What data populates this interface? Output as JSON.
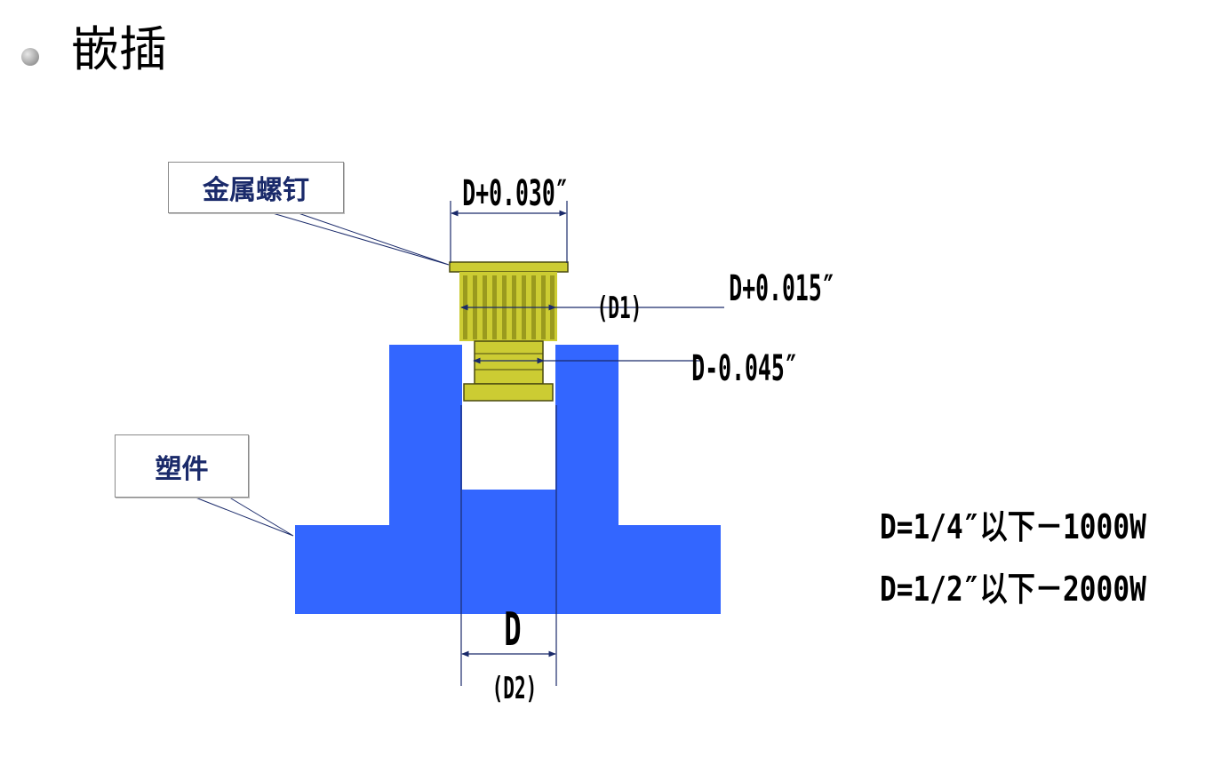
{
  "slide": {
    "title": "嵌插",
    "bullet_icon": "grey-sphere-bullet"
  },
  "labels": {
    "metal_insert": "金属螺钉",
    "plastic_part": "塑件"
  },
  "dimensions": {
    "top_width": "D+0.030″",
    "knurl_width": "D+0.015″",
    "knurl_tag": "(D1)",
    "pilot_width": "D-0.045″",
    "hole": "D",
    "hole_tag": "(D2)"
  },
  "specs": [
    "D=1/4″以下－1000W",
    "D=1/2″以下－2000W"
  ],
  "colors": {
    "plastic": "#3366ff",
    "insert_fill": "#cccc33",
    "knurl_stripes": "#9a9a1e",
    "insert_outline": "#4a4a10",
    "dimension_line": "#1a2a6a"
  }
}
